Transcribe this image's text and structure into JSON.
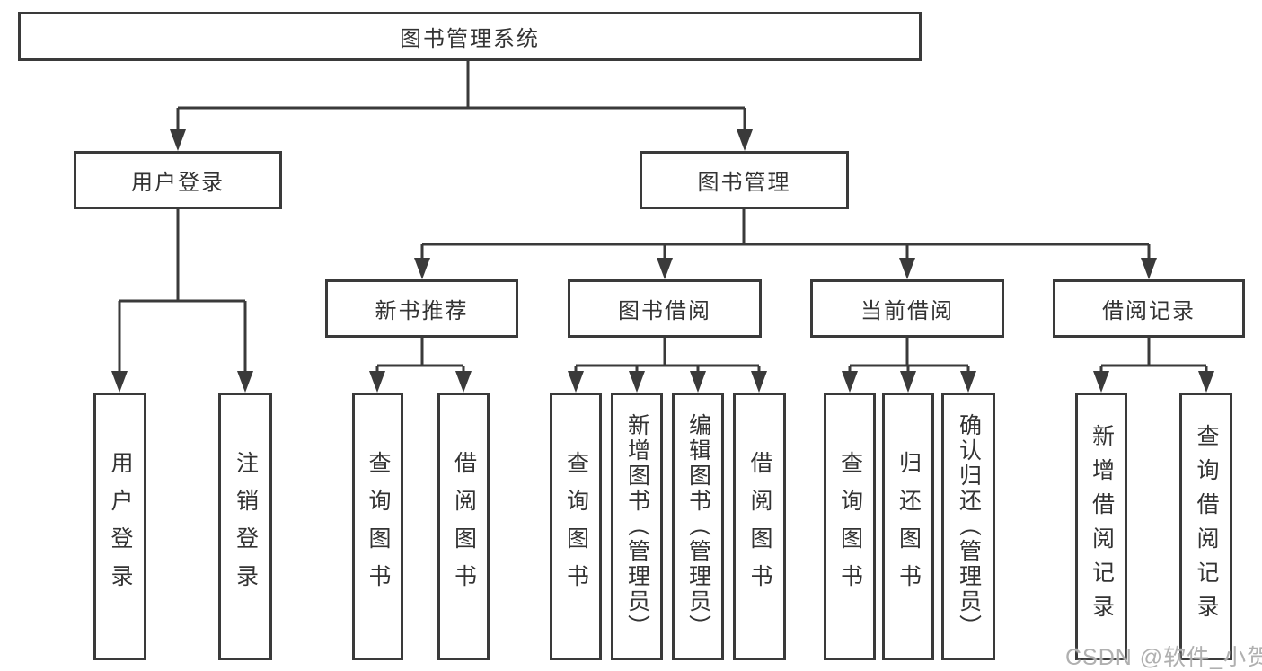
{
  "diagram": {
    "root": {
      "label": "图书管理系统"
    },
    "level2": [
      {
        "label": "用户登录"
      },
      {
        "label": "图书管理"
      }
    ],
    "level3": [
      {
        "label": "新书推荐",
        "parent": "图书管理"
      },
      {
        "label": "图书借阅",
        "parent": "图书管理"
      },
      {
        "label": "当前借阅",
        "parent": "图书管理"
      },
      {
        "label": "借阅记录",
        "parent": "图书管理"
      }
    ],
    "leaves": [
      {
        "label": "用户登录",
        "parent": "用户登录"
      },
      {
        "label": "注销登录",
        "parent": "用户登录"
      },
      {
        "label": "查询图书",
        "parent": "新书推荐"
      },
      {
        "label": "借阅图书",
        "parent": "新书推荐"
      },
      {
        "label": "查询图书",
        "parent": "图书借阅"
      },
      {
        "label": "新增图书（管理员）",
        "parent": "图书借阅"
      },
      {
        "label": "编辑图书（管理员）",
        "parent": "图书借阅"
      },
      {
        "label": "借阅图书",
        "parent": "图书借阅"
      },
      {
        "label": "查询图书",
        "parent": "当前借阅"
      },
      {
        "label": "归还图书",
        "parent": "当前借阅"
      },
      {
        "label": "确认归还（管理员）",
        "parent": "当前借阅"
      },
      {
        "label": "新增借阅记录",
        "parent": "借阅记录"
      },
      {
        "label": "查询借阅记录",
        "parent": "借阅记录"
      }
    ]
  },
  "watermark": "CSDN @软件_小贺同学",
  "colors": {
    "line": "#3a3a3a",
    "text": "#333333",
    "watermark": "#b0b0b0",
    "background": "#ffffff"
  }
}
